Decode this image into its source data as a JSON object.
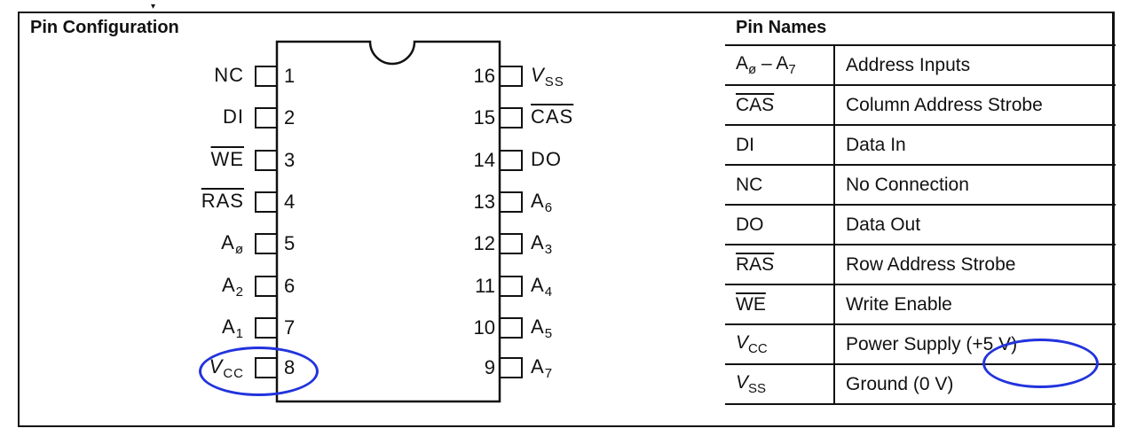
{
  "pin_configuration": {
    "title": "Pin Configuration",
    "left_pins": [
      {
        "number": "1",
        "name": "NC",
        "overline": false,
        "italic_v": false,
        "sub": ""
      },
      {
        "number": "2",
        "name": "DI",
        "overline": false,
        "italic_v": false,
        "sub": ""
      },
      {
        "number": "3",
        "name": "WE",
        "overline": true,
        "italic_v": false,
        "sub": ""
      },
      {
        "number": "4",
        "name": "RAS",
        "overline": true,
        "italic_v": false,
        "sub": ""
      },
      {
        "number": "5",
        "name": "A",
        "overline": false,
        "italic_v": false,
        "sub": "ø"
      },
      {
        "number": "6",
        "name": "A",
        "overline": false,
        "italic_v": false,
        "sub": "2"
      },
      {
        "number": "7",
        "name": "A",
        "overline": false,
        "italic_v": false,
        "sub": "1"
      },
      {
        "number": "8",
        "name": "V",
        "overline": false,
        "italic_v": true,
        "sub": "CC"
      }
    ],
    "right_pins": [
      {
        "number": "16",
        "name": "V",
        "overline": false,
        "italic_v": true,
        "sub": "SS"
      },
      {
        "number": "15",
        "name": "CAS",
        "overline": true,
        "italic_v": false,
        "sub": ""
      },
      {
        "number": "14",
        "name": "DO",
        "overline": false,
        "italic_v": false,
        "sub": ""
      },
      {
        "number": "13",
        "name": "A",
        "overline": false,
        "italic_v": false,
        "sub": "6"
      },
      {
        "number": "12",
        "name": "A",
        "overline": false,
        "italic_v": false,
        "sub": "3"
      },
      {
        "number": "11",
        "name": "A",
        "overline": false,
        "italic_v": false,
        "sub": "4"
      },
      {
        "number": "10",
        "name": "A",
        "overline": false,
        "italic_v": false,
        "sub": "5"
      },
      {
        "number": "9",
        "name": "A",
        "overline": false,
        "italic_v": false,
        "sub": "7"
      }
    ],
    "highlighted_pin": "8"
  },
  "pin_names": {
    "title": "Pin Names",
    "rows": [
      {
        "symbol": "A",
        "sub": "ø",
        "suffix": " – A",
        "suffix_sub": "7",
        "overline": false,
        "italic_v": false,
        "description": "Address Inputs"
      },
      {
        "symbol": "CAS",
        "sub": "",
        "suffix": "",
        "suffix_sub": "",
        "overline": true,
        "italic_v": false,
        "description": "Column Address Strobe"
      },
      {
        "symbol": "DI",
        "sub": "",
        "suffix": "",
        "suffix_sub": "",
        "overline": false,
        "italic_v": false,
        "description": "Data In"
      },
      {
        "symbol": "NC",
        "sub": "",
        "suffix": "",
        "suffix_sub": "",
        "overline": false,
        "italic_v": false,
        "description": "No Connection"
      },
      {
        "symbol": "DO",
        "sub": "",
        "suffix": "",
        "suffix_sub": "",
        "overline": false,
        "italic_v": false,
        "description": "Data Out"
      },
      {
        "symbol": "RAS",
        "sub": "",
        "suffix": "",
        "suffix_sub": "",
        "overline": true,
        "italic_v": false,
        "description": "Row Address Strobe"
      },
      {
        "symbol": "WE",
        "sub": "",
        "suffix": "",
        "suffix_sub": "",
        "overline": true,
        "italic_v": false,
        "description": "Write Enable"
      },
      {
        "symbol": "V",
        "sub": "CC",
        "suffix": "",
        "suffix_sub": "",
        "overline": false,
        "italic_v": true,
        "description": "Power Supply (+5 V)"
      },
      {
        "symbol": "V",
        "sub": "SS",
        "suffix": "",
        "suffix_sub": "",
        "overline": false,
        "italic_v": true,
        "description": "Ground (0 V)"
      }
    ],
    "highlighted_text": "(+5 V)"
  },
  "colors": {
    "ink": "#111111",
    "highlight": "#2233dd",
    "background": "#ffffff"
  }
}
